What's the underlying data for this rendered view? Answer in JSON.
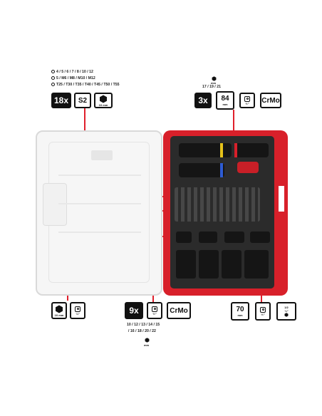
{
  "top_left": {
    "size_rows": [
      "4 / 5 / 6 / 7 / 8 / 10 / 12",
      "5 / M6 / M8 / M10 / M12",
      "T25 / T30 / T35 / T40 / T45 / T50 / T55"
    ],
    "count": "18x",
    "material": "S2",
    "drive_label": "10 mm"
  },
  "top_right": {
    "hex_label": "mm",
    "sizes": "17 / 19 / 21",
    "count": "3x",
    "length_value": "84",
    "length_unit": "mm",
    "drive_label": "½\"",
    "material": "CrMo"
  },
  "bottom_left": {
    "drive_label": "10 mm",
    "socket_label": "¼\""
  },
  "bottom_center": {
    "count": "9x",
    "drive_label": "½\"",
    "material": "CrMo",
    "sizes_line1": "10 / 12 / 13 / 14 / 15",
    "sizes_line2": "/ 16 / 18 / 20 / 22",
    "hex_label": "mm"
  },
  "bottom_right": {
    "length_value": "70",
    "length_unit": "mm",
    "drive_label": "½\"",
    "adapter_label": "¼\"",
    "adapter_sub": "1/2"
  },
  "colors": {
    "accent": "#e0202c",
    "case_red": "#d8202a",
    "foam": "#2b2b2b"
  }
}
